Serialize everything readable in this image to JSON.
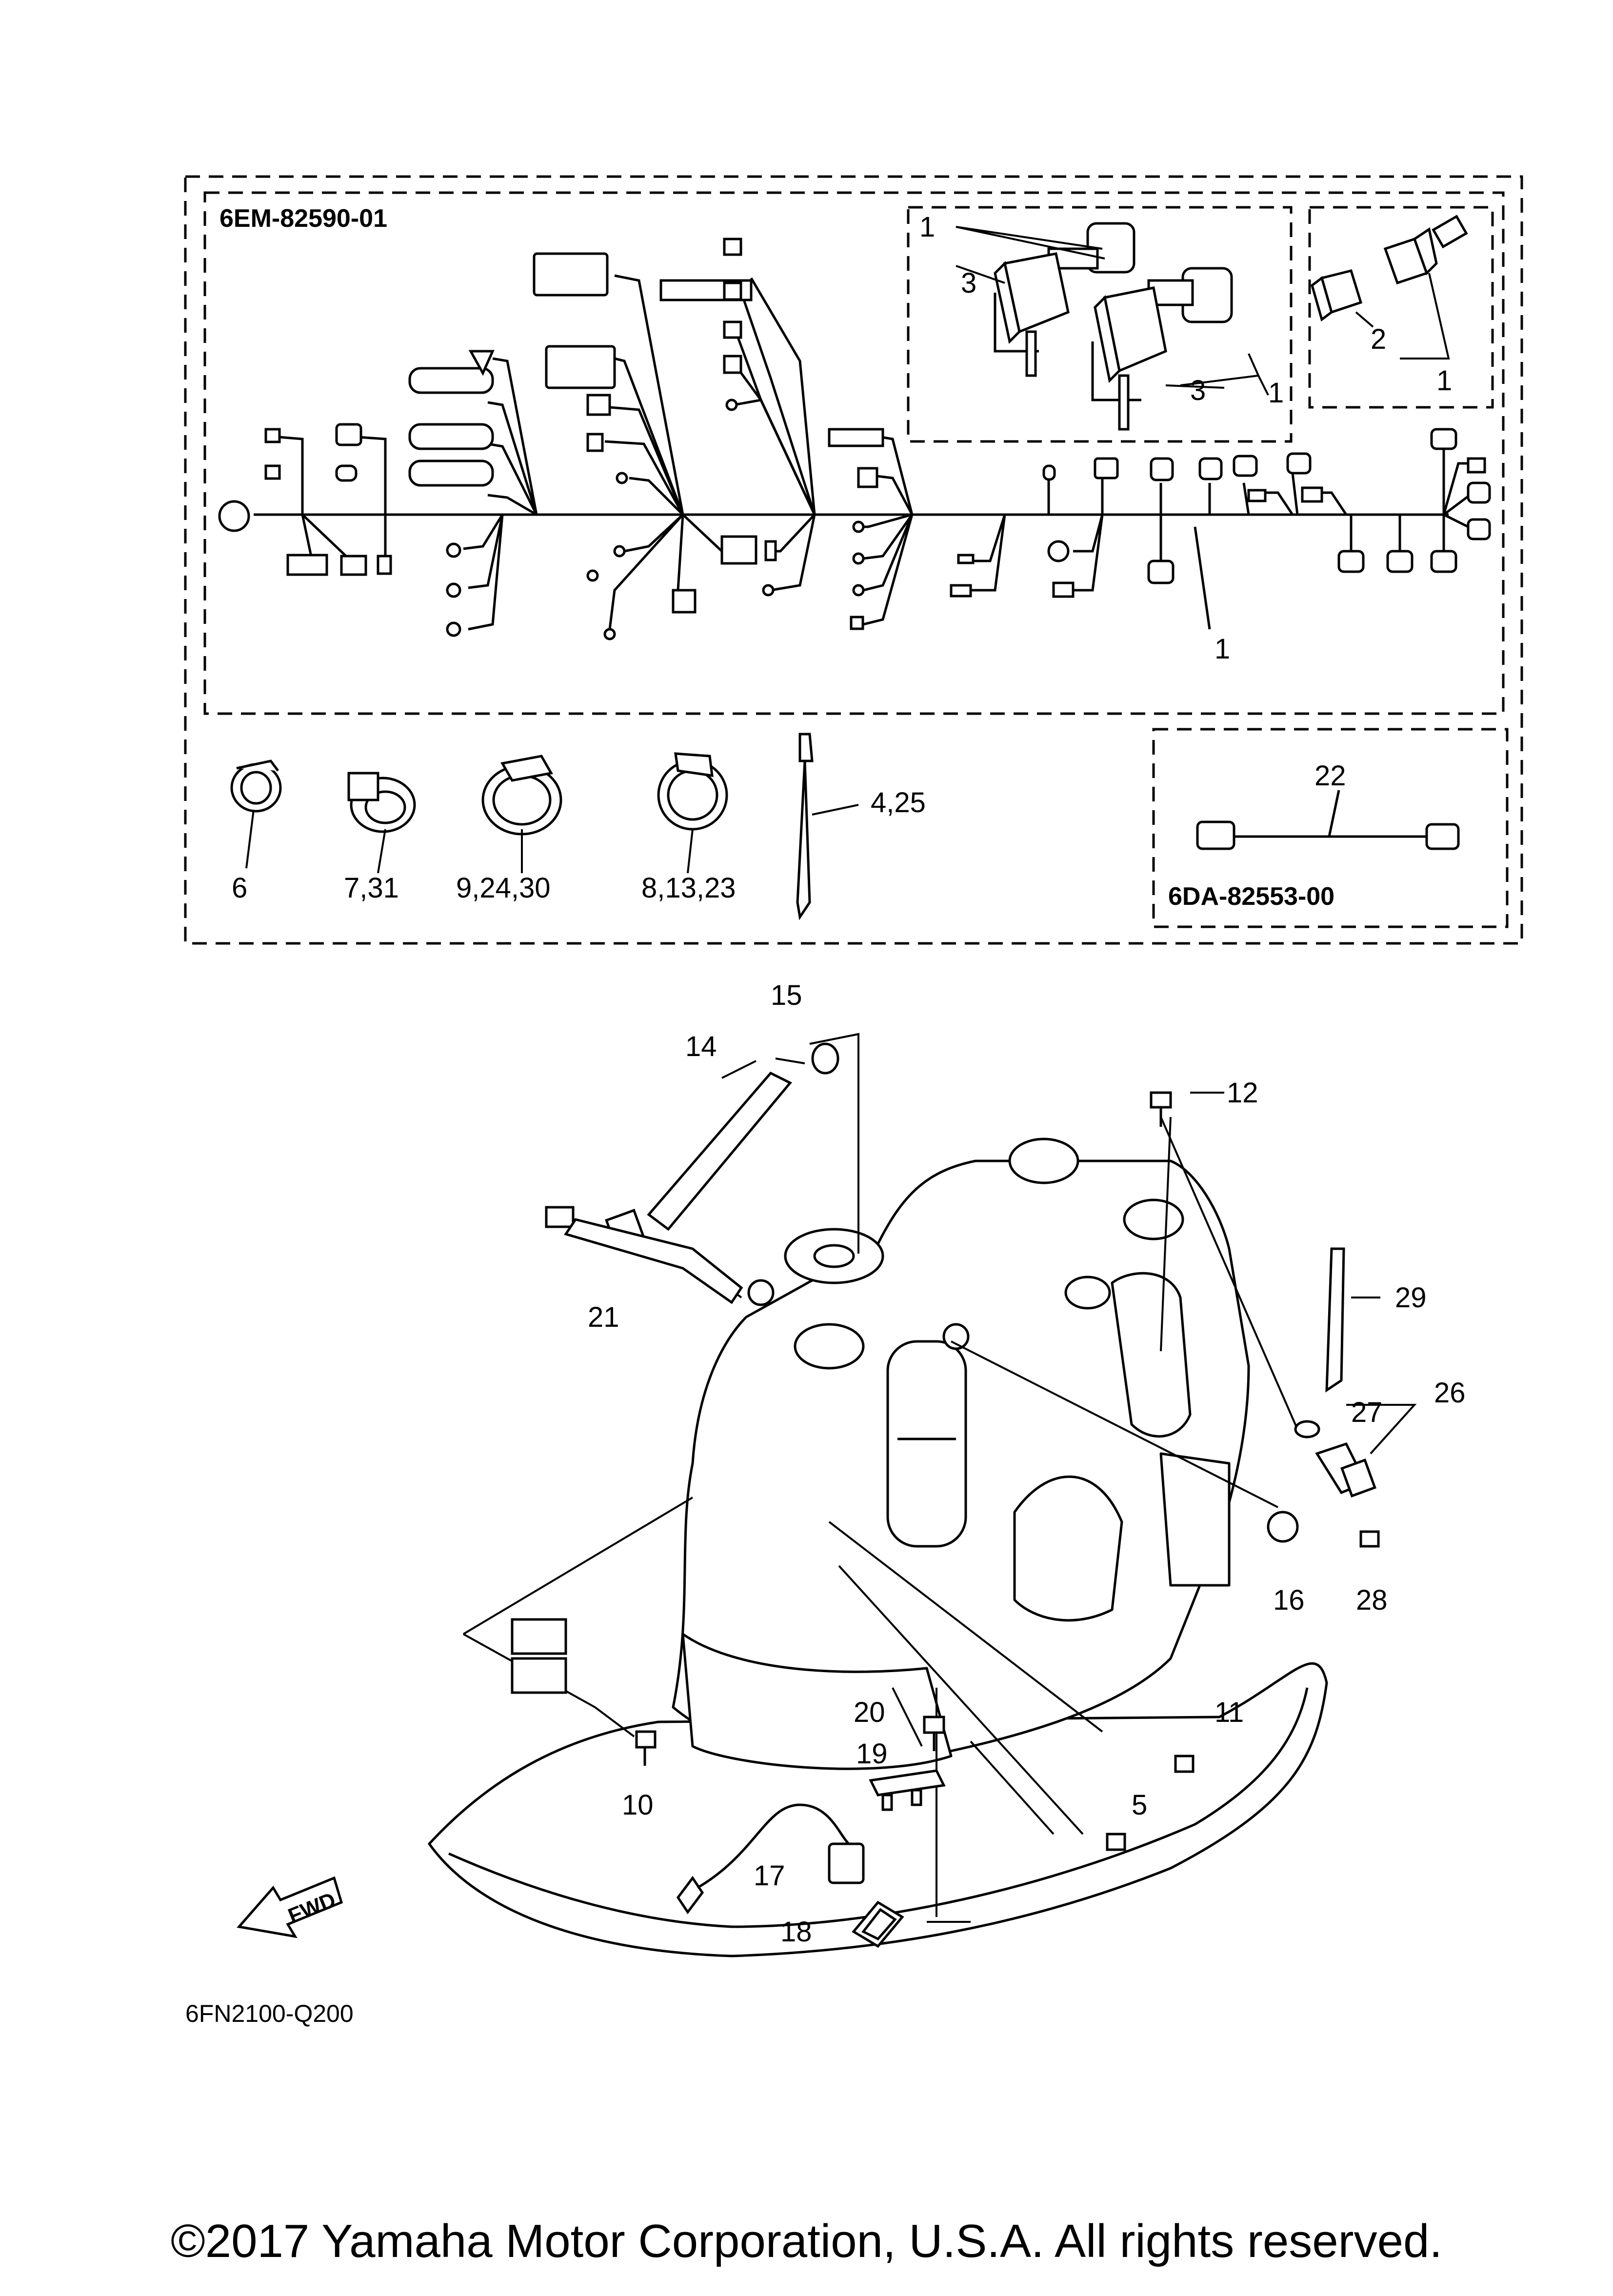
{
  "harness_box": {
    "part_number": "6EM-82590-01"
  },
  "sub_harness_box": {
    "part_number": "6DA-82553-00"
  },
  "figure_code": "6FN2100-Q200",
  "fwd_label": "FWD",
  "copyright": "©2017 Yamaha Motor Corporation, U.S.A. All rights reserved.",
  "callouts": {
    "c1_left": "1",
    "c3_left": "3",
    "c3_right": "3",
    "c1_relay_right": "1",
    "c2_coupler": "2",
    "c1_coupler": "1",
    "c1_harness": "1",
    "c6": "6",
    "c7_31": "7,31",
    "c9_24_30": "9,24,30",
    "c8_13_23": "8,13,23",
    "c4_25": "4,25",
    "c22": "22",
    "c15": "15",
    "c14": "14",
    "c12": "12",
    "c21": "21",
    "c29": "29",
    "c27": "27",
    "c26": "26",
    "c16": "16",
    "c28": "28",
    "c11": "11",
    "c20": "20",
    "c19": "19",
    "c10": "10",
    "c5": "5",
    "c17": "17",
    "c18": "18"
  }
}
